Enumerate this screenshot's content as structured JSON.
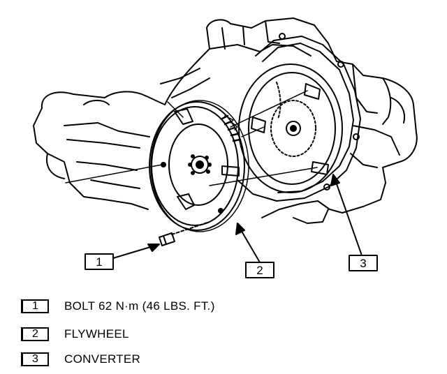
{
  "callouts": [
    {
      "id": "1",
      "label": "BOLT 62 N·m (46 LBS. FT.)"
    },
    {
      "id": "2",
      "label": "FLYWHEEL"
    },
    {
      "id": "3",
      "label": "CONVERTER"
    }
  ],
  "line_color": "#000000",
  "background_color": "#ffffff"
}
